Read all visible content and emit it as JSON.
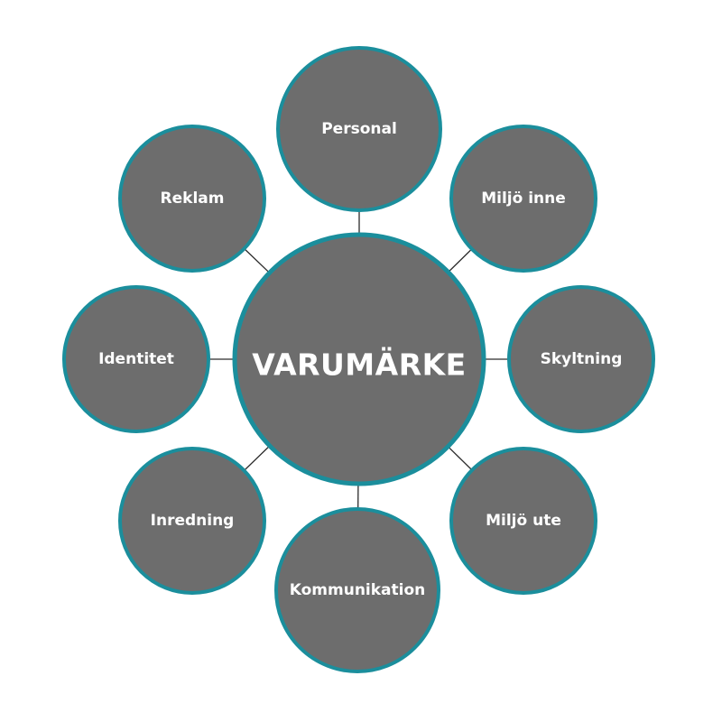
{
  "colors": {
    "circle_fill": "#6d6d6d",
    "circle_stroke": "#1b8e9c",
    "connector": "#2b2b2b",
    "text": "#ffffff",
    "background": "#ffffff"
  },
  "center": {
    "label": "VARUMÄRKE"
  },
  "satellites": [
    {
      "id": "personal",
      "label": "Personal"
    },
    {
      "id": "miljo-inne",
      "label": "Miljö inne"
    },
    {
      "id": "skyltning",
      "label": "Skyltning"
    },
    {
      "id": "miljo-ute",
      "label": "Miljö ute"
    },
    {
      "id": "kommunikation",
      "label": "Kommunikation"
    },
    {
      "id": "inredning",
      "label": "Inredning"
    },
    {
      "id": "identitet",
      "label": "Identitet"
    },
    {
      "id": "reklam",
      "label": "Reklam"
    }
  ]
}
